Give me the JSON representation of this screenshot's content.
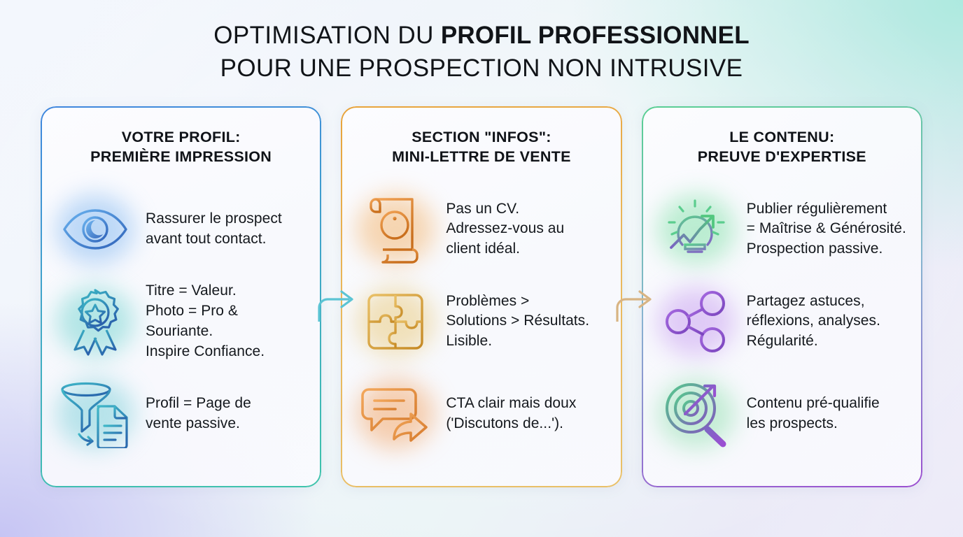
{
  "headline": {
    "line1_prefix": "OPTIMISATION DU ",
    "line1_strong": "PROFIL PROFESSIONNEL",
    "line2": "POUR UNE PROSPECTION NON INTRUSIVE"
  },
  "colors": {
    "card1_border_start": "#3f86de",
    "card1_border_end": "#3fc4ab",
    "card2_border_start": "#e8a33a",
    "card2_border_end": "#e9c068",
    "card3_border_start": "#58cf92",
    "card3_border_end": "#9b4fd0",
    "arrow1": "#5bc4d4",
    "arrow2": "#d8b483",
    "text": "#14181d"
  },
  "columns": [
    {
      "title_line1": "VOTRE PROFIL:",
      "title_line2": "PREMIÈRE IMPRESSION",
      "items": [
        {
          "icon": "eye-icon",
          "glow": "#7fb6f0",
          "lines": [
            "Rassurer le prospect",
            "avant tout contact."
          ]
        },
        {
          "icon": "award-badge-icon",
          "glow": "#6fd3cf",
          "lines": [
            "Titre = Valeur.",
            "Photo = Pro &",
            "Souriante.",
            "Inspire Confiance."
          ]
        },
        {
          "icon": "funnel-document-icon",
          "glow": "#79cfd8",
          "lines": [
            "Profil = Page de",
            "vente passive."
          ]
        }
      ]
    },
    {
      "title_line1": "SECTION \"INFOS\":",
      "title_line2": "MINI-LETTRE DE VENTE",
      "items": [
        {
          "icon": "scroll-info-icon",
          "glow": "#f3b167",
          "lines": [
            "Pas un CV.",
            "Adressez-vous au",
            "client idéal."
          ]
        },
        {
          "icon": "puzzle-icon",
          "glow": "#e9c878",
          "lines": [
            "Problèmes >",
            "Solutions > Résultats.",
            "Lisible."
          ]
        },
        {
          "icon": "chat-share-icon",
          "glow": "#f2a261",
          "lines": [
            "CTA clair mais doux",
            "('Discutons de...')."
          ]
        }
      ]
    },
    {
      "title_line1": "LE CONTENU:",
      "title_line2": "PREUVE D'EXPERTISE",
      "items": [
        {
          "icon": "lightbulb-growth-icon",
          "glow": "#7fe0a6",
          "lines": [
            "Publier régulièrement",
            "= Maîtrise & Générosité.",
            "Prospection passive."
          ]
        },
        {
          "icon": "share-nodes-icon",
          "glow": "#c79cf0",
          "lines": [
            "Partagez astuces,",
            "réflexions, analyses.",
            "Régularité."
          ]
        },
        {
          "icon": "target-magnifier-icon",
          "glow": "#8fe0ad",
          "lines": [
            "Contenu pré-qualifie",
            "les prospects."
          ]
        }
      ]
    }
  ],
  "connectors": [
    {
      "name": "arrow-col1-to-col2",
      "color": "#5bc4d4"
    },
    {
      "name": "arrow-col2-to-col3",
      "color": "#d8b483"
    }
  ]
}
